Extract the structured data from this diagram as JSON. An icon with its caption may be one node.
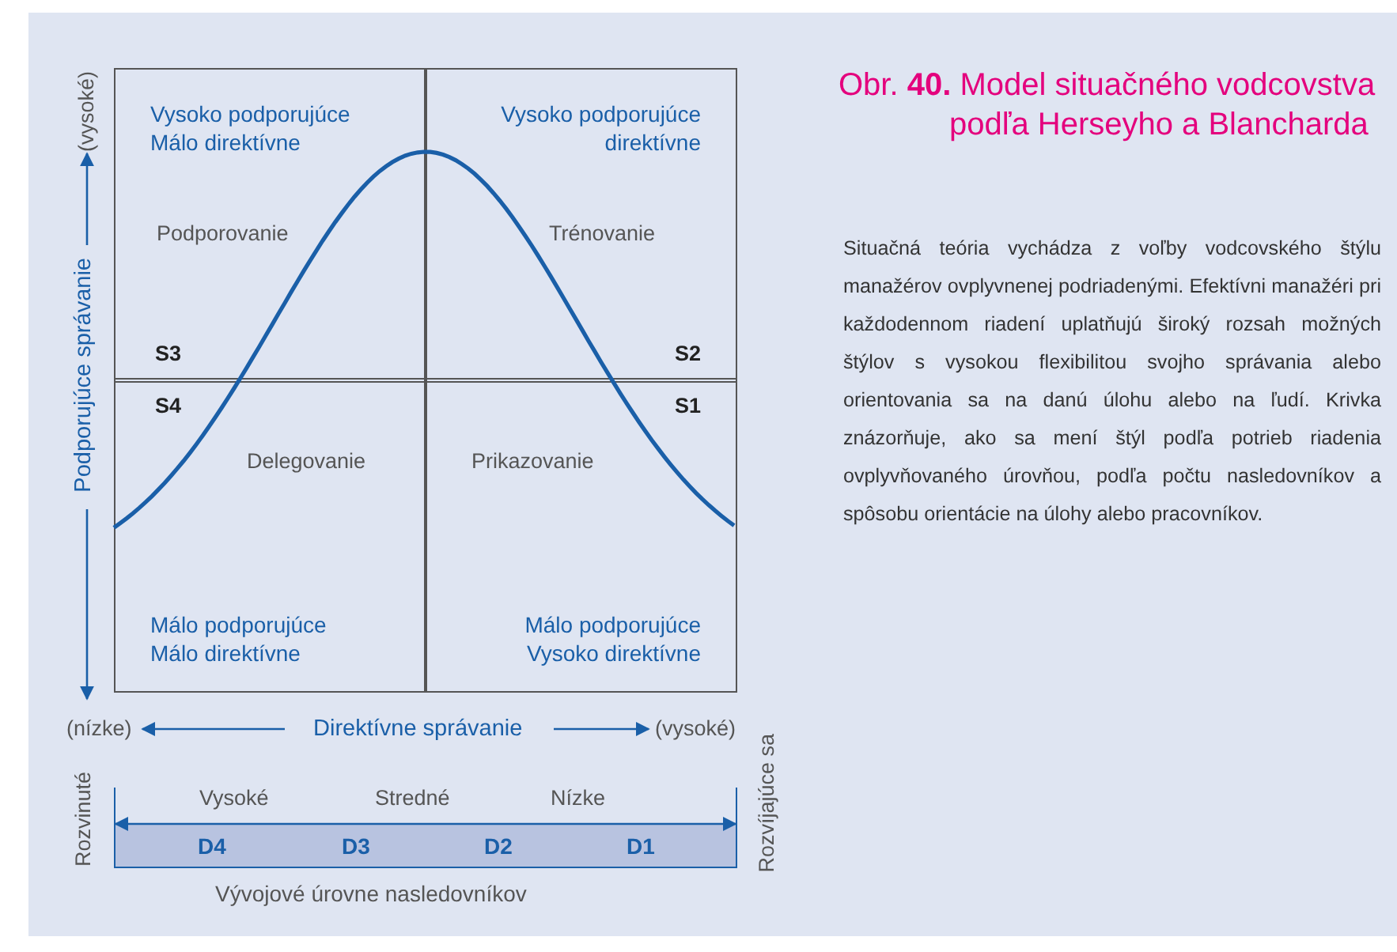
{
  "diagram": {
    "title": "Obr. **40.** Model situačného vodcovstva podľa Herseyho a Blancharda",
    "caption": "Situačná teória vychádza z voľby vodcovského štýlu manažérov ovplyvnenej podriadenými. Efektívni manažéri pri každodennom riadení uplatňujú široký rozsah možných štýlov s vysokou flexibilitou svojho správania alebo orientovania sa na danú úlohu alebo na ľudí. Krivka znázorňuje, ako sa mení štýl podľa potrieb riadenia ovplyvňovaného úrovňou, podľa počtu nasledovníkov a spôsobu orientácie na úlohy alebo pracovníkov.",
    "nodes": [
      {
        "text": [
          "Vysoko podporujúce Málo direktívne",
          "Podporovanie",
          "S3"
        ]
      },
      {
        "text": [
          "Vysoko podporujúce direktívne",
          "Trénovanie",
          "S2"
        ]
      },
      {
        "text": [
          "S4",
          "Delegovanie",
          "Málo podporujúce Málo direktívne"
        ]
      },
      {
        "text": [
          "S1",
          "Prikazovanie",
          "Málo podporujúce Vysoko direktívne"
        ]
      },
      {
        "text": [
          "D4",
          "D3",
          "D2",
          "D1"
        ]
      }
    ],
    "edges": [],
    "labels": [
      "(vysoké)",
      "Podporujúce správanie",
      "(nízke)",
      "Direktívne správanie",
      "(vysoké)",
      "Rozvinuté",
      "Vysoké",
      "Stredné",
      "Nízke",
      "Rozvíjajúce sa",
      "Vývojové úrovne nasledovníkov"
    ]
  }
}
